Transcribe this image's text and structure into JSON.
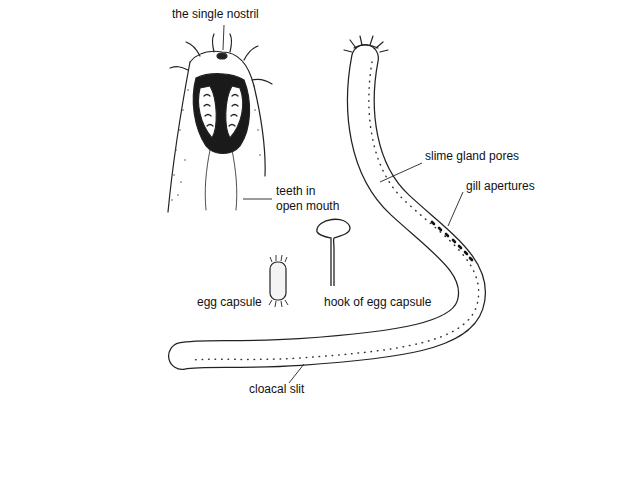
{
  "diagram": {
    "labels": [
      "the single nostril",
      "teeth in open mouth",
      "slime gland pores",
      "gill apertures",
      "egg capsule",
      "hook of egg capsule",
      "cloacal slit"
    ]
  }
}
